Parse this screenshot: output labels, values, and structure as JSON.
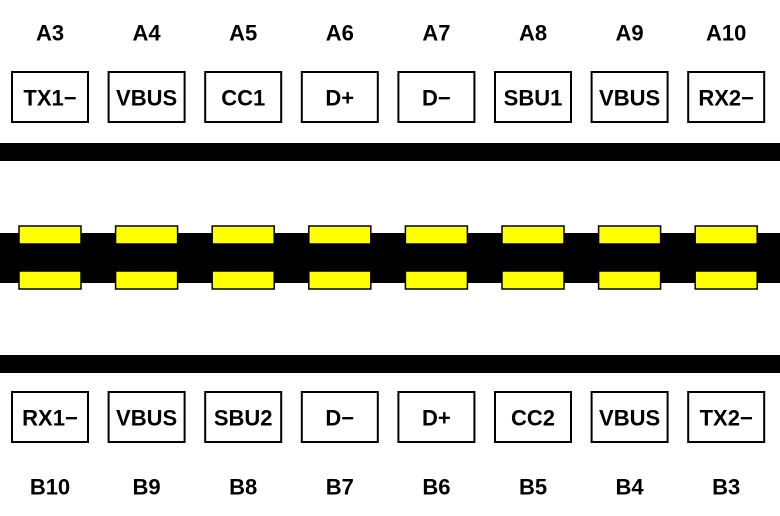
{
  "colors": {
    "background": "#ffffff",
    "bar": "#000000",
    "contact": "#ffff00",
    "outline": "#000000"
  },
  "top_row": [
    {
      "pin": "A3",
      "signal": "TX1−"
    },
    {
      "pin": "A4",
      "signal": "VBUS"
    },
    {
      "pin": "A5",
      "signal": "CC1"
    },
    {
      "pin": "A6",
      "signal": "D+"
    },
    {
      "pin": "A7",
      "signal": "D−"
    },
    {
      "pin": "A8",
      "signal": "SBU1"
    },
    {
      "pin": "A9",
      "signal": "VBUS"
    },
    {
      "pin": "A10",
      "signal": "RX2−"
    }
  ],
  "bottom_row": [
    {
      "pin": "B10",
      "signal": "RX1−"
    },
    {
      "pin": "B9",
      "signal": "VBUS"
    },
    {
      "pin": "B8",
      "signal": "SBU2"
    },
    {
      "pin": "B7",
      "signal": "D−"
    },
    {
      "pin": "B6",
      "signal": "D+"
    },
    {
      "pin": "B5",
      "signal": "CC2"
    },
    {
      "pin": "B4",
      "signal": "VBUS"
    },
    {
      "pin": "B3",
      "signal": "TX2−"
    }
  ]
}
